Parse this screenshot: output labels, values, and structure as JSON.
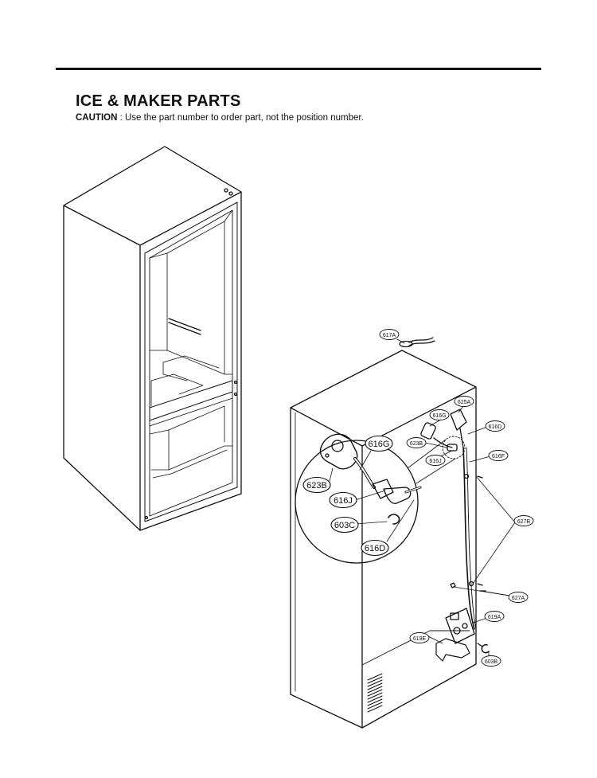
{
  "header": {
    "title": "ICE & MAKER PARTS",
    "caution_label": "CAUTION",
    "caution_text": " : Use the part number to order part, not the position number."
  },
  "callouts": {
    "c617A": "617A",
    "c625A": "625A",
    "c616G_small": "616G",
    "c616D_small": "616D",
    "c623B_small": "623B",
    "c616J_small": "616J",
    "c616F": "616F",
    "c627B": "627B",
    "c627A": "627A",
    "c619A": "619A",
    "c619E": "619E",
    "c603B": "603B",
    "c616G_big": "616G",
    "c623B_big": "623B",
    "c616J_big": "616J",
    "c603C_big": "603C",
    "c616D_big": "616D"
  }
}
